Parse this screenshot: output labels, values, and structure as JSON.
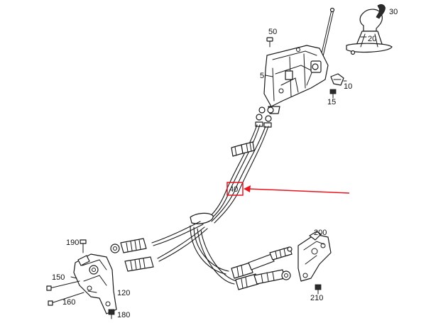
{
  "labels": {
    "p5": "5",
    "p10": "10",
    "p15": "15",
    "p20": "20",
    "p30": "30",
    "p40": "40",
    "p50": "50",
    "p120": "120",
    "p150": "150",
    "p160": "160",
    "p180": "180",
    "p190": "190",
    "p200": "200",
    "p210": "210"
  },
  "highlight": {
    "target": "40",
    "color": "#e8141e"
  }
}
